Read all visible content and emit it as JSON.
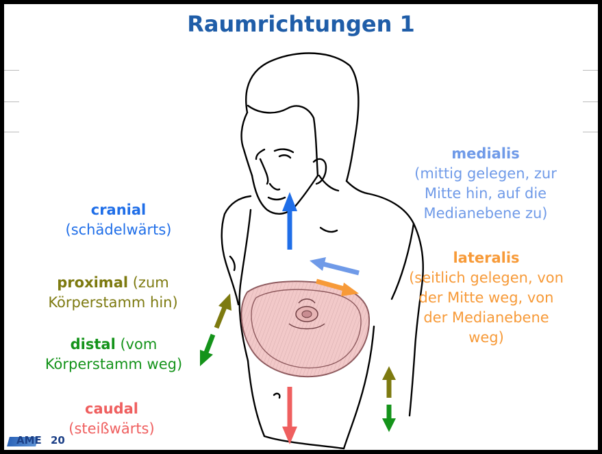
{
  "title": "Raumrichtungen 1",
  "labels": {
    "medialis": {
      "term": "medialis",
      "desc_lines": [
        "(mittig gelegen, zur",
        "Mitte hin, auf die",
        "Medianebene zu)"
      ],
      "color": "#6f9ae8"
    },
    "cranial": {
      "term": "cranial",
      "desc": "(schädelwärts)",
      "color": "#1f6ee8"
    },
    "lateralis": {
      "term": "lateralis",
      "desc_lines": [
        "(seitlich gelegen, von",
        "der Mitte weg, von",
        "der Medianebene",
        "weg)"
      ],
      "color": "#f79a38"
    },
    "proximal": {
      "term": "proximal",
      "desc_inline": " (zum",
      "desc_line2": "Körperstamm hin)",
      "color": "#7d7a10"
    },
    "distal": {
      "term": "distal",
      "desc_inline": " (vom",
      "desc_line2": "Körperstamm weg)",
      "color": "#14931a"
    },
    "caudal": {
      "term": "caudal",
      "desc": "(steißwärts)",
      "color": "#ef5f5f"
    }
  },
  "logo": {
    "text": "AME",
    "page_number": "20"
  }
}
